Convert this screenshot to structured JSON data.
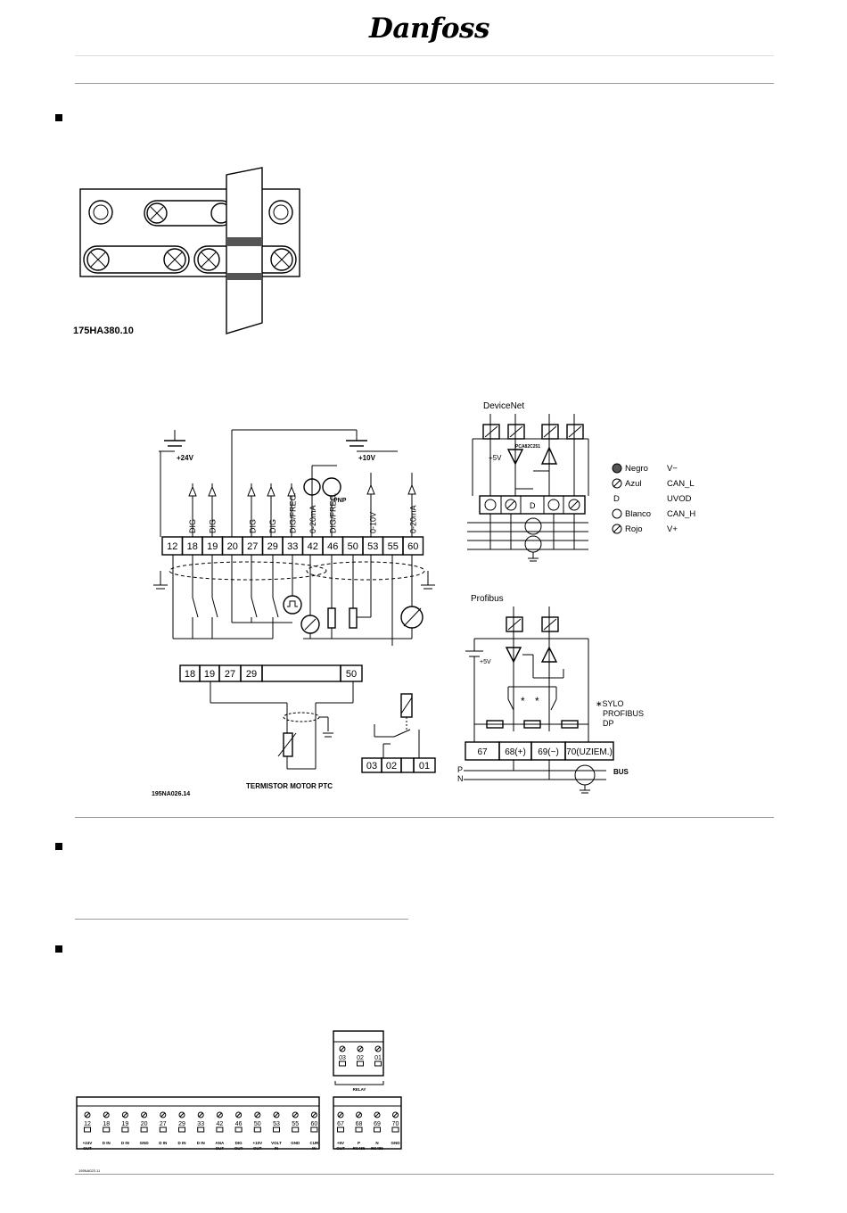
{
  "header": {
    "brand": "Danfoss"
  },
  "figure1": {
    "code": "175HA380.10"
  },
  "figure2": {
    "code": "195NA026.14",
    "supply_24v": "+24V",
    "supply_10v": "+10V",
    "terminals": [
      "12",
      "18",
      "19",
      "20",
      "27",
      "29",
      "33",
      "42",
      "46",
      "50",
      "53",
      "55",
      "60"
    ],
    "terminal_labels": [
      "DIG",
      "DIG",
      "DIG",
      "DIG",
      "DIG/FREC.",
      "0-20mA",
      "DIG/FREC.",
      "0-10V",
      "0-20mA"
    ],
    "pnp": "PNP",
    "ptc_terminals": [
      "18",
      "19",
      "27",
      "29",
      "50"
    ],
    "ptc_caption": "TERMISTOR MOTOR PTC",
    "relay_terminals": [
      "03",
      "02",
      "01"
    ]
  },
  "devicenet": {
    "title": "DeviceNet",
    "supply": "+5V",
    "chip": "PCA82C251",
    "middle_terminal": "D",
    "legend": [
      {
        "name": "Negro",
        "signal": "V−"
      },
      {
        "name": "Azul",
        "signal": "CAN_L"
      },
      {
        "name": "D",
        "signal": "UVOD"
      },
      {
        "name": "Blanco",
        "signal": "CAN_H"
      },
      {
        "name": "Rojo",
        "signal": "V+"
      }
    ]
  },
  "profibus": {
    "title": "Profibus",
    "supply": "+5V",
    "note_lines": [
      "∗SYLO",
      "PROFIBUS",
      "DP"
    ],
    "terminals": [
      "67",
      "68(+)",
      "69(−)",
      "70(UZIEM.)"
    ],
    "lines": [
      "P",
      "N"
    ],
    "bus": "BUS"
  },
  "terminal_strip": {
    "code": "195NA023.11",
    "relay_numbers": [
      "03",
      "02",
      "01"
    ],
    "relay_label": "RELAY",
    "main": [
      {
        "n": "12",
        "l1": "+24V",
        "l2": "OUT"
      },
      {
        "n": "18",
        "l1": "D IN",
        "l2": ""
      },
      {
        "n": "19",
        "l1": "D IN",
        "l2": ""
      },
      {
        "n": "20",
        "l1": "GND",
        "l2": ""
      },
      {
        "n": "27",
        "l1": "D IN",
        "l2": ""
      },
      {
        "n": "29",
        "l1": "D IN",
        "l2": ""
      },
      {
        "n": "33",
        "l1": "D IN",
        "l2": ""
      },
      {
        "n": "42",
        "l1": "ANA",
        "l2": "OUT"
      },
      {
        "n": "46",
        "l1": "DIG",
        "l2": "OUT"
      },
      {
        "n": "50",
        "l1": "+10V",
        "l2": "OUT"
      },
      {
        "n": "53",
        "l1": "VOLT",
        "l2": "IN"
      },
      {
        "n": "55",
        "l1": "GND",
        "l2": ""
      },
      {
        "n": "60",
        "l1": "CUR",
        "l2": "IN"
      }
    ],
    "bus": [
      {
        "n": "67",
        "l1": "+5V",
        "l2": "OUT"
      },
      {
        "n": "68",
        "l1": "P",
        "l2": "RS485"
      },
      {
        "n": "69",
        "l1": "N",
        "l2": "RS485"
      },
      {
        "n": "70",
        "l1": "GND",
        "l2": ""
      }
    ]
  }
}
